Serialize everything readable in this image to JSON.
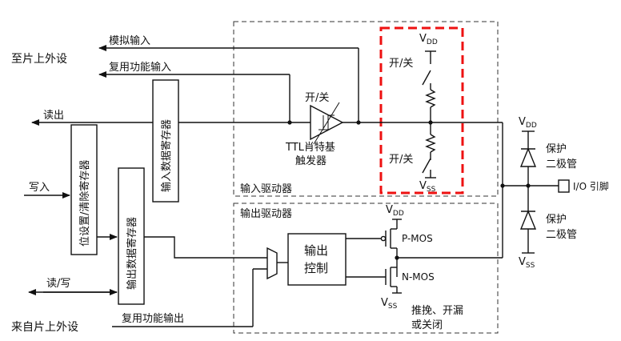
{
  "labels": {
    "to_peripheral": "至片上外设",
    "from_peripheral": "来自片上外设",
    "analog_input": "模拟输入",
    "alt_func_input": "复用功能输入",
    "read_out": "读出",
    "write_in": "写入",
    "read_write": "读/写",
    "alt_func_output": "复用功能输出",
    "bit_set_reset_reg": "位设置/清除寄存器",
    "input_data_reg": "输入数据寄存器",
    "output_data_reg": "输出数据寄存器",
    "on_off": "开/关",
    "ttl_schmitt_1": "TTL肖特基",
    "ttl_schmitt_2": "触发器",
    "input_driver": "输入驱动器",
    "output_driver": "输出驱动器",
    "output_control_1": "输出",
    "output_control_2": "控制",
    "pmos": "P-MOS",
    "nmos": "N-MOS",
    "push_pull_1": "推挽、开漏",
    "push_pull_2": "或关闭",
    "protect_diode_1": "保护",
    "protect_diode_2": "二极管",
    "vdd_main": "V",
    "vdd_sub": "DD",
    "vss_main": "V",
    "vss_sub": "SS",
    "io_pin": "I/O 引脚"
  }
}
